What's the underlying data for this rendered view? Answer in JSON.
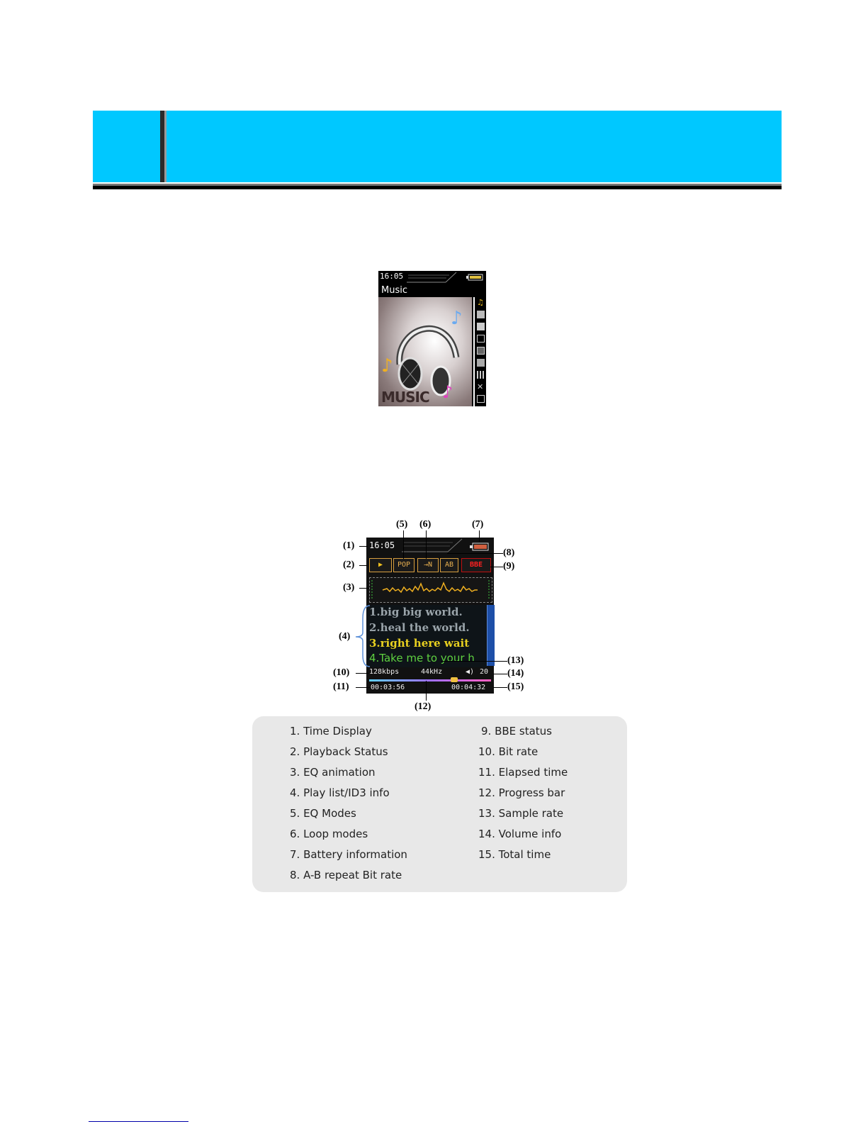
{
  "menu_screen": {
    "time": "16:05",
    "title": "Music",
    "art_label": "MUSIC",
    "sidebar_icons": [
      "music-note-icon",
      "voice-icon",
      "radio-icon",
      "photo-icon",
      "video-icon",
      "record-icon",
      "ebook-icon",
      "settings-icon",
      "game-icon"
    ]
  },
  "player_screen": {
    "time": "16:05",
    "play_status": "▶",
    "eq_mode": "POP",
    "loop_mode": "→N",
    "ab_repeat": "AB",
    "bbe": "BBE",
    "lyrics": [
      "1.big big world.",
      "2.heal the world.",
      "3.right here wait",
      "4.Take me to your h"
    ],
    "bit_rate": "128kbps",
    "sample_rate": "44kHz",
    "volume": "20",
    "elapsed": "00:03:56",
    "total": "00:04:32",
    "progress_fraction": 0.7
  },
  "callouts": [
    "(1)",
    "(2)",
    "(3)",
    "(4)",
    "(5)",
    "(6)",
    "(7)",
    "(8)",
    "(9)",
    "(10)",
    "(11)",
    "(12)",
    "(13)",
    "(14)",
    "(15)"
  ],
  "legend": {
    "left": [
      "1. Time Display",
      "2. Playback Status",
      "3. EQ animation",
      "4. Play list/ID3 info",
      "5. EQ Modes",
      "6. Loop modes",
      "7. Battery information",
      "8. A-B repeat Bit rate"
    ],
    "right": [
      "9.  BBE status",
      "10. Bit rate",
      "11. Elapsed time",
      "12. Progress bar",
      "13. Sample rate",
      "14. Volume info",
      "15. Total time"
    ]
  },
  "colors": {
    "banner": "#00c8ff",
    "lyric_gray": "#9aa4aa",
    "lyric_yellow": "#e8d020",
    "lyric_green": "#5ed040",
    "chip": "#e8b050",
    "bbe": "#ff2020"
  }
}
